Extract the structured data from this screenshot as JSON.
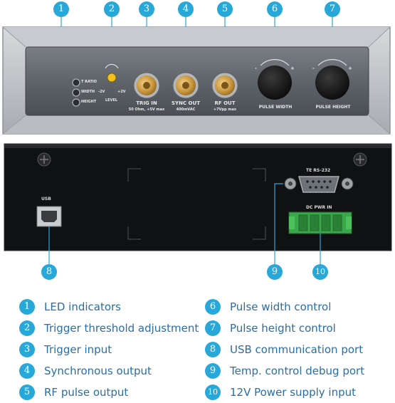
{
  "front_panel": {
    "led_labels": [
      "T RATIO",
      "WIDTH",
      "HEIGHT"
    ],
    "level_min": "-2V",
    "level_max": "+2V",
    "level_label": "LEVEL",
    "trig_in_label": "TRIG IN",
    "trig_in_spec": "50 Ohm, +5V max",
    "sync_out_label": "SYNC OUT",
    "sync_out_spec": "400mVAC",
    "rf_out_label": "RF OUT",
    "rf_out_spec": "+7Vpp max",
    "pulse_width_label": "PULSE WIDTH",
    "pulse_height_label": "PULSE HEIGHT",
    "knob_minus": "-",
    "knob_plus": "+"
  },
  "back_panel": {
    "usb_label": "USB",
    "rs232_label": "TE RS-232",
    "dc_label": "DC PWR IN"
  },
  "callouts": [
    "1",
    "2",
    "3",
    "4",
    "5",
    "6",
    "7",
    "8",
    "9",
    "10"
  ],
  "legend": [
    {
      "num": "1",
      "label": "LED indicators"
    },
    {
      "num": "2",
      "label": "Trigger threshold adjustment"
    },
    {
      "num": "3",
      "label": "Trigger input"
    },
    {
      "num": "4",
      "label": "Synchronous output"
    },
    {
      "num": "5",
      "label": "RF pulse output"
    },
    {
      "num": "6",
      "label": "Pulse width control"
    },
    {
      "num": "7",
      "label": "Pulse height control"
    },
    {
      "num": "8",
      "label": "USB communication port"
    },
    {
      "num": "9",
      "label": "Temp. control debug port"
    },
    {
      "num": "10",
      "label": "12V Power supply input"
    }
  ],
  "colors": {
    "accent": "#28a8d8",
    "legend_text": "#2a6ea6",
    "connector_gold": "#c8963c",
    "terminal_green": "#3aa84a"
  }
}
